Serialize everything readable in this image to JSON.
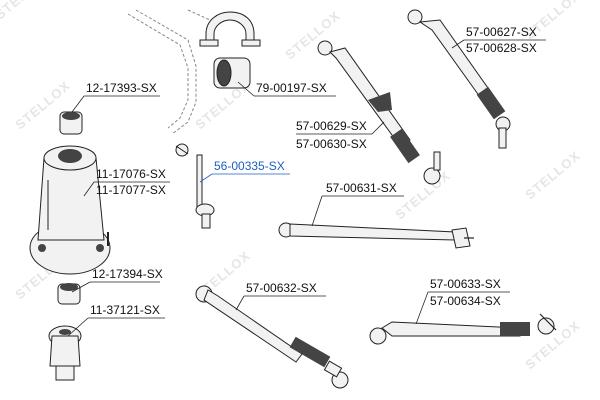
{
  "watermark": {
    "brand": "STELLOX"
  },
  "colors": {
    "label": "#111111",
    "highlight": "#1f5fbf",
    "part_fill": "#f2f2f2",
    "part_dark": "#444444",
    "stroke": "#222222"
  },
  "labels": {
    "l_12_17393": "12-17393-SX",
    "l_11_17076": "11-17076-SX",
    "l_11_17077": "11-17077-SX",
    "l_12_17394": "12-17394-SX",
    "l_11_37121": "11-37121-SX",
    "l_79_00197": "79-00197-SX",
    "l_56_00335": "56-00335-SX",
    "l_57_00627": "57-00627-SX",
    "l_57_00628": "57-00628-SX",
    "l_57_00629": "57-00629-SX",
    "l_57_00630": "57-00630-SX",
    "l_57_00631": "57-00631-SX",
    "l_57_00632": "57-00632-SX",
    "l_57_00633": "57-00633-SX",
    "l_57_00634": "57-00634-SX"
  }
}
